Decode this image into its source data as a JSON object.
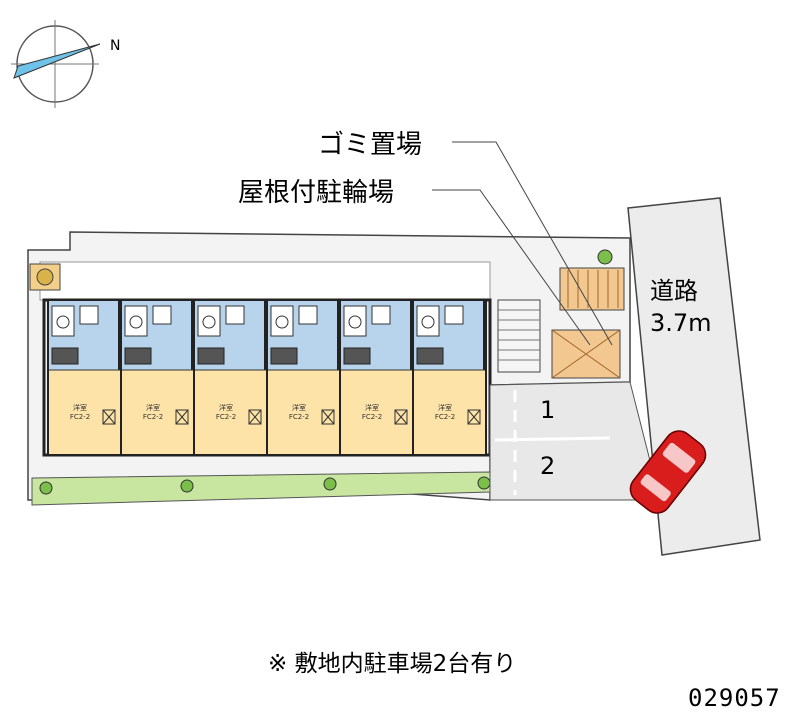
{
  "compass": {
    "north_letter": "N"
  },
  "callouts": {
    "garbage": "ゴミ置場",
    "bicycle": "屋根付駐輪場"
  },
  "road": {
    "name": "道路",
    "width": "3.7m"
  },
  "parking": {
    "spot1": "1",
    "spot2": "2"
  },
  "units": [
    {
      "type": "洋室",
      "size": "FC2-2"
    },
    {
      "type": "洋室",
      "size": "FC2-2"
    },
    {
      "type": "洋室",
      "size": "FC2-2"
    },
    {
      "type": "洋室",
      "size": "FC2-2"
    },
    {
      "type": "洋室",
      "size": "FC2-2"
    },
    {
      "type": "洋室",
      "size": "FC2-2"
    }
  ],
  "footnote": "※ 敷地内駐車場2台有り",
  "property_code": "029057",
  "colors": {
    "room": "#fde3a7",
    "bath": "#b8d4ec",
    "lawn": "#c8e6a0",
    "parking": "#e8e8e8",
    "bike_roof": "#f2c890",
    "car": "#d91c1c"
  }
}
